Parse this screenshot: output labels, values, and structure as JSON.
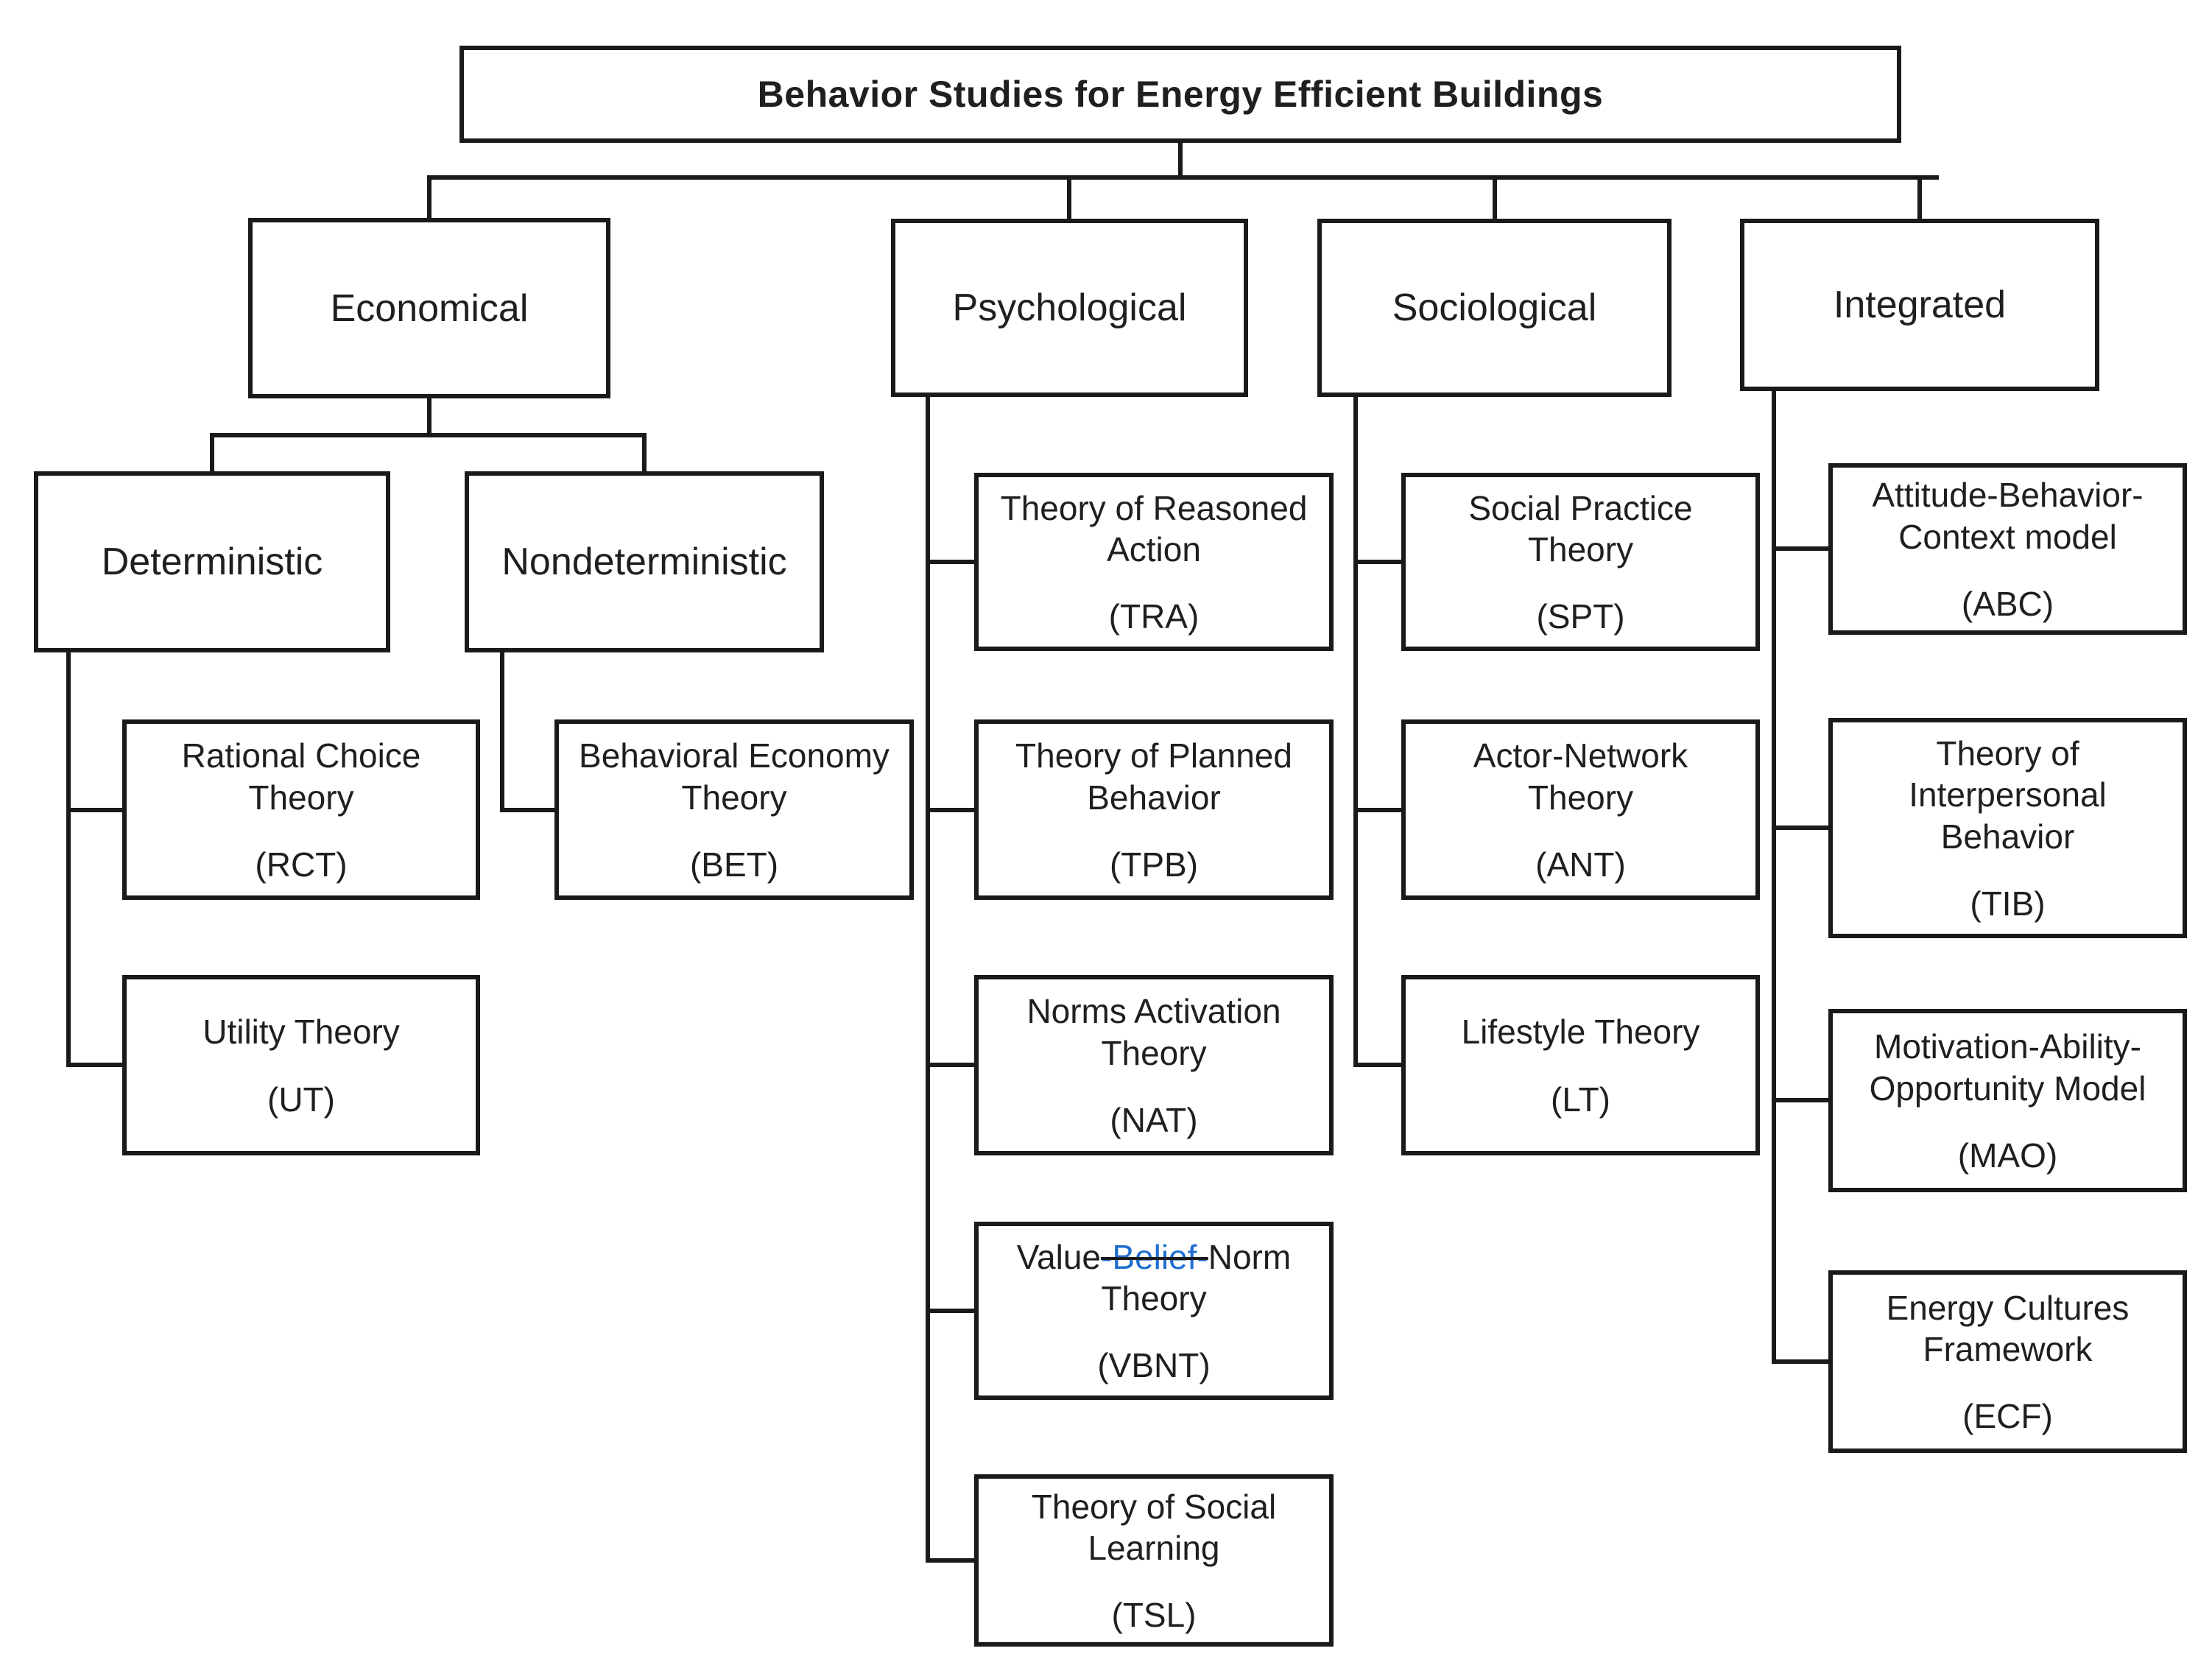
{
  "figure": {
    "title": "Behavior Studies for Energy Efficient Buildings"
  },
  "categories": {
    "economical": "Economical",
    "psychological": "Psychological",
    "sociological": "Sociological",
    "integrated": "Integrated",
    "deterministic": "Deterministic",
    "nondeterministic": "Nondeterministic"
  },
  "theories": {
    "rct": {
      "name": "Rational Choice\nTheory",
      "abbr": "(RCT)"
    },
    "bet": {
      "name": "Behavioral Economy\nTheory",
      "abbr": "(BET)"
    },
    "ut": {
      "name": "Utility Theory",
      "abbr": "(UT)"
    },
    "tra": {
      "name": "Theory of Reasoned\nAction",
      "abbr": "(TRA)"
    },
    "tpb": {
      "name": "Theory of Planned\nBehavior",
      "abbr": "(TPB)"
    },
    "nat": {
      "name": "Norms Activation\nTheory",
      "abbr": "(NAT)"
    },
    "vbnt": {
      "prefix": "Value",
      "struck": "-Belief-",
      "suffix": "Norm",
      "line2": "Theory",
      "abbr": "(VBNT)"
    },
    "tsl": {
      "name": "Theory of Social\nLearning",
      "abbr": "(TSL)"
    },
    "spt": {
      "name": "Social Practice\nTheory",
      "abbr": "(SPT)"
    },
    "ant": {
      "name": "Actor-Network\nTheory",
      "abbr": "(ANT)"
    },
    "lt": {
      "name": "Lifestyle Theory",
      "abbr": "(LT)"
    },
    "abc": {
      "name": "Attitude-Behavior-\nContext model",
      "abbr": "(ABC)"
    },
    "tib": {
      "name": "Theory of\nInterpersonal\nBehavior",
      "abbr": "(TIB)"
    },
    "mao": {
      "name": "Motivation-Ability-\nOpportunity Model",
      "abbr": "(MAO)"
    },
    "ecf": {
      "name": "Energy Cultures\nFramework",
      "abbr": "(ECF)"
    }
  },
  "hierarchy": {
    "root": "figure.title",
    "economical": {
      "deterministic": [
        "rct",
        "ut"
      ],
      "nondeterministic": [
        "bet"
      ]
    },
    "psychological": [
      "tra",
      "tpb",
      "nat",
      "vbnt",
      "tsl"
    ],
    "sociological": [
      "spt",
      "ant",
      "lt"
    ],
    "integrated": [
      "abc",
      "tib",
      "mao",
      "ecf"
    ]
  },
  "colors": {
    "background": "#ffffff",
    "line": "#1a1a1a",
    "text": "#1f1f1f",
    "struck_text": "#1e6ed0"
  }
}
